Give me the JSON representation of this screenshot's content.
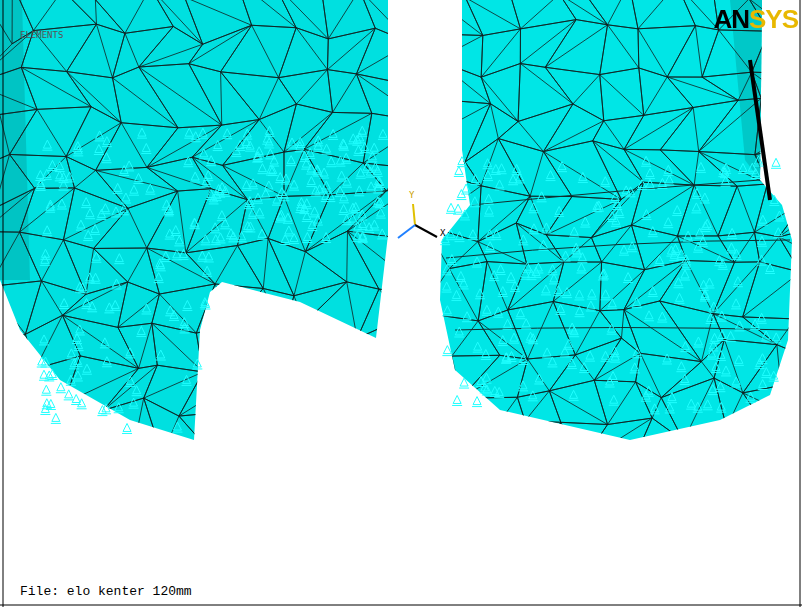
{
  "diagram": {
    "labels": [
      "ANSYS",
      "ELEMENTS",
      "Y",
      "X",
      "File: elo kenter 120mm"
    ]
  }
}
